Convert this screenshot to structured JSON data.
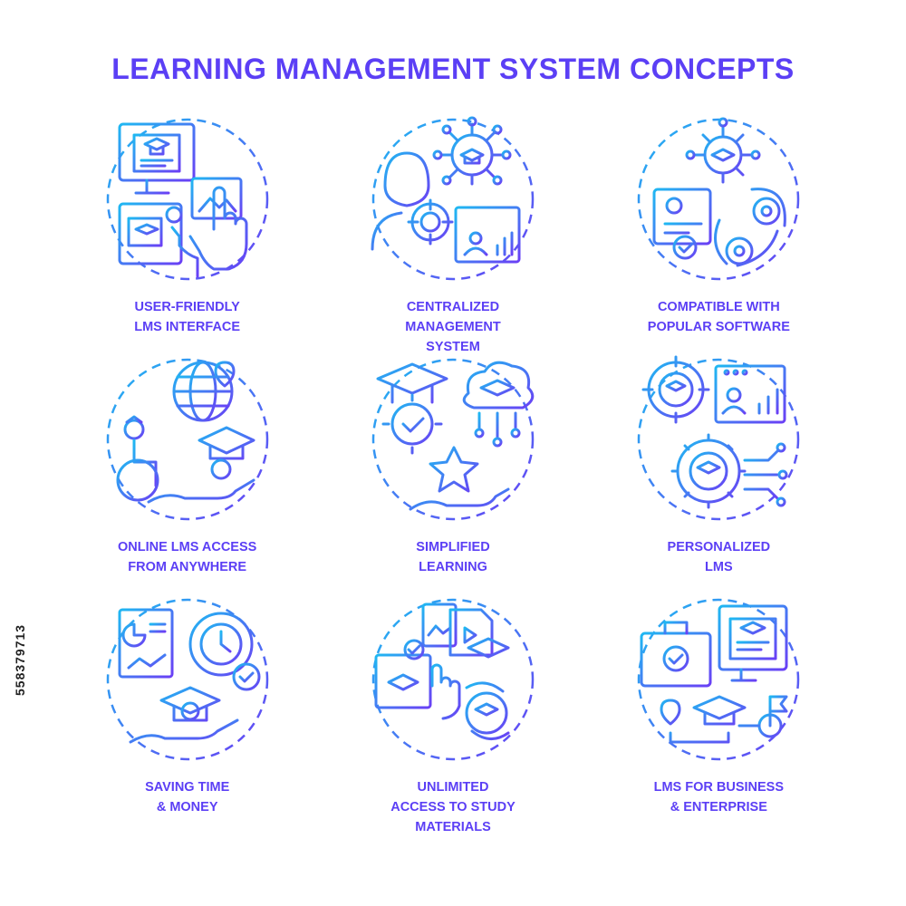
{
  "title": "LEARNING MANAGEMENT SYSTEM CONCEPTS",
  "stock_id": "558379713",
  "colors": {
    "gradient_start": "#1fb8f2",
    "gradient_end": "#6a3ff5",
    "text": "#5b3ff5"
  },
  "concepts": [
    {
      "label": "USER-FRIENDLY\nLMS INTERFACE",
      "icon": "user-friendly-interface-icon"
    },
    {
      "label": "CENTRALIZED\nMANAGEMENT\nSYSTEM",
      "icon": "centralized-management-icon"
    },
    {
      "label": "COMPATIBLE WITH\nPOPULAR SOFTWARE",
      "icon": "compatible-software-icon"
    },
    {
      "label": "ONLINE LMS ACCESS\nFROM ANYWHERE",
      "icon": "online-access-icon"
    },
    {
      "label": "SIMPLIFIED\nLEARNING",
      "icon": "simplified-learning-icon"
    },
    {
      "label": "PERSONALIZED\nLMS",
      "icon": "personalized-lms-icon"
    },
    {
      "label": "SAVING TIME\n& MONEY",
      "icon": "saving-time-money-icon"
    },
    {
      "label": "UNLIMITED\nACCESS TO STUDY\nMATERIALS",
      "icon": "study-materials-icon"
    },
    {
      "label": "LMS FOR BUSINESS\n& ENTERPRISE",
      "icon": "business-enterprise-icon"
    }
  ]
}
